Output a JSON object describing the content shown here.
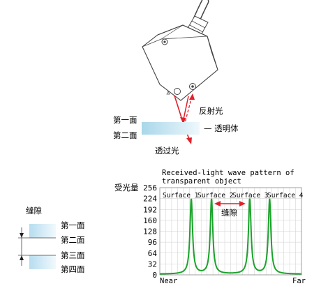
{
  "labels": {
    "reflected_light": "反射光",
    "first_surface": "第一面",
    "second_surface": "第二面",
    "transparent_body": "— 透明体",
    "transmitted_light": "透过光",
    "gap": "缝隙",
    "gap_first": "第一面",
    "gap_second": "第二面",
    "gap_third": "第三面",
    "gap_fourth": "第四面"
  },
  "chart_data": {
    "type": "line",
    "title_line1": "Received-light wave pattern of",
    "title_line2": "transparent object",
    "ylabel": "受光量",
    "xlabel_left": "Near",
    "xlabel_right": "Far",
    "ylim": [
      0,
      256
    ],
    "yticks": [
      0,
      32,
      64,
      96,
      128,
      160,
      192,
      224,
      256
    ],
    "grid": true,
    "surface_labels": [
      "Surface 1",
      "Surface 2",
      "Surface 3",
      "Surface 4"
    ],
    "gap_annotation": "缝隙",
    "peaks": [
      {
        "x": 0.222,
        "value": 220
      },
      {
        "x": 0.365,
        "value": 220
      },
      {
        "x": 0.635,
        "value": 220
      },
      {
        "x": 0.775,
        "value": 220
      }
    ],
    "baseline": 2,
    "line_color": "#1aa32a",
    "arrow_color": "#e0202a"
  }
}
